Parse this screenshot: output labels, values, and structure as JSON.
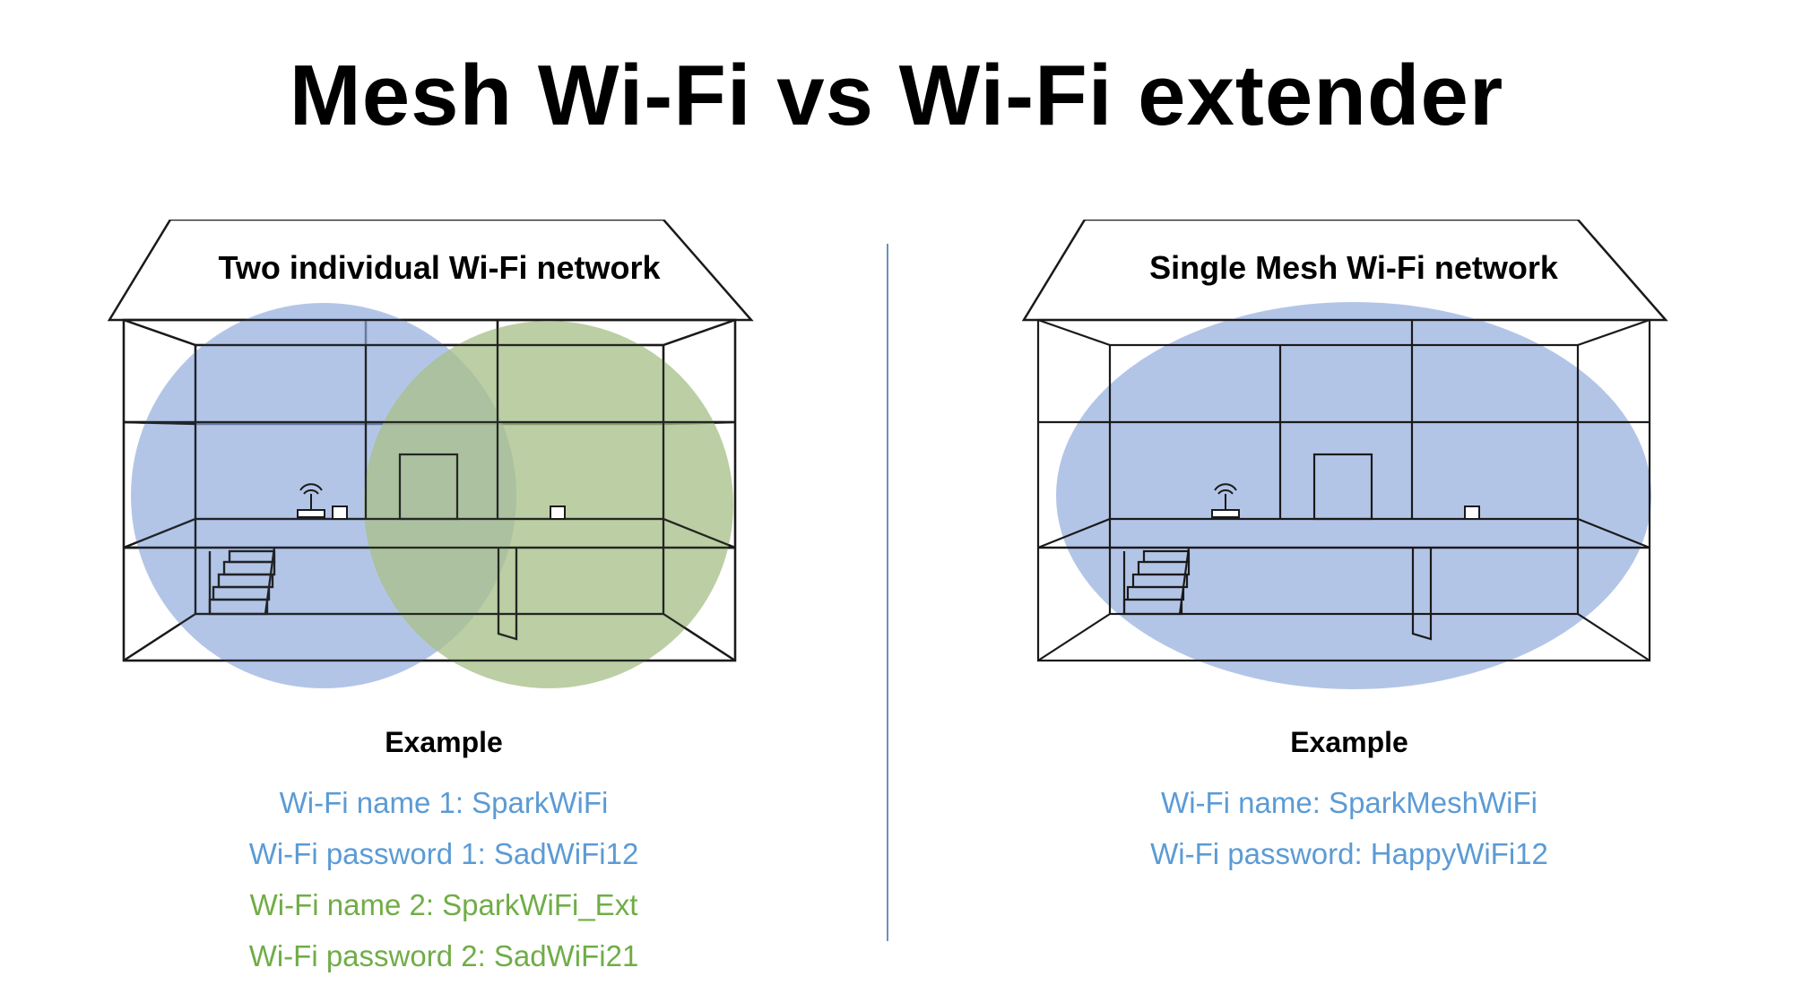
{
  "title": "Mesh Wi-Fi vs Wi-Fi extender",
  "colors": {
    "blue_coverage": "#8faadc",
    "green_coverage": "#a9c08b",
    "blue_text": "#5b9bd5",
    "green_text": "#70ad47",
    "divider": "#6e8fbf"
  },
  "left": {
    "roof_label": "Two individual Wi-Fi network",
    "example_title": "Example",
    "lines": [
      "Wi-Fi name 1: SparkWiFi",
      "Wi-Fi password 1: SadWiFi12",
      "Wi-Fi name 2: SparkWiFi_Ext",
      "Wi-Fi password 2: SadWiFi21"
    ]
  },
  "right": {
    "roof_label": "Single Mesh Wi-Fi network",
    "example_title": "Example",
    "lines": [
      "Wi-Fi name: SparkMeshWiFi",
      "Wi-Fi password: HappyWiFi12"
    ]
  },
  "icons": {
    "router": "router-icon",
    "extender": "extender-icon",
    "mesh_node": "mesh-node-icon"
  }
}
